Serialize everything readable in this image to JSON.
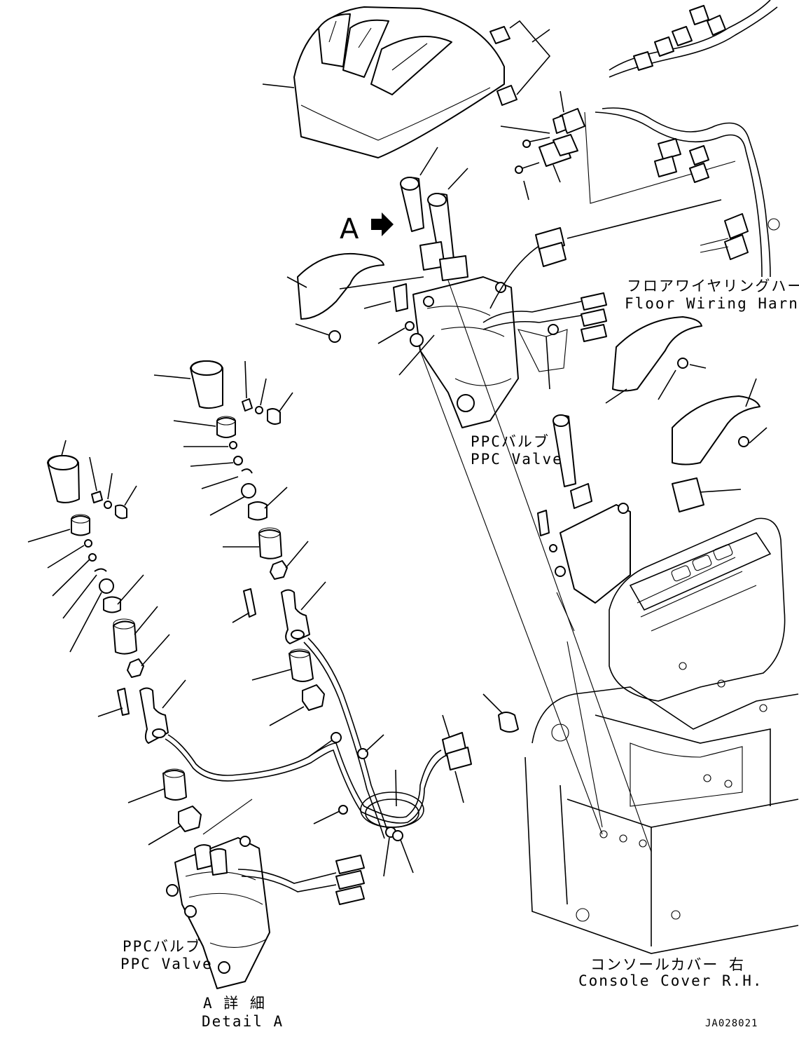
{
  "labels": {
    "floor_wiring_harness_jp": "フロアワイヤリングハーネス",
    "floor_wiring_harness_en": "Floor Wiring Harness",
    "ppc_valve_top_jp": "PPCバルブ",
    "ppc_valve_top_en": "PPC Valve",
    "ppc_valve_bottom_jp": "PPCバルブ",
    "ppc_valve_bottom_en": "PPC Valve",
    "console_cover_jp": "コンソールカバー 右",
    "console_cover_en": "Console Cover R.H.",
    "detail_a_jp": "A 詳 細",
    "detail_a_en": "Detail A",
    "view_marker": "A",
    "drawing_number": "JA028021"
  }
}
